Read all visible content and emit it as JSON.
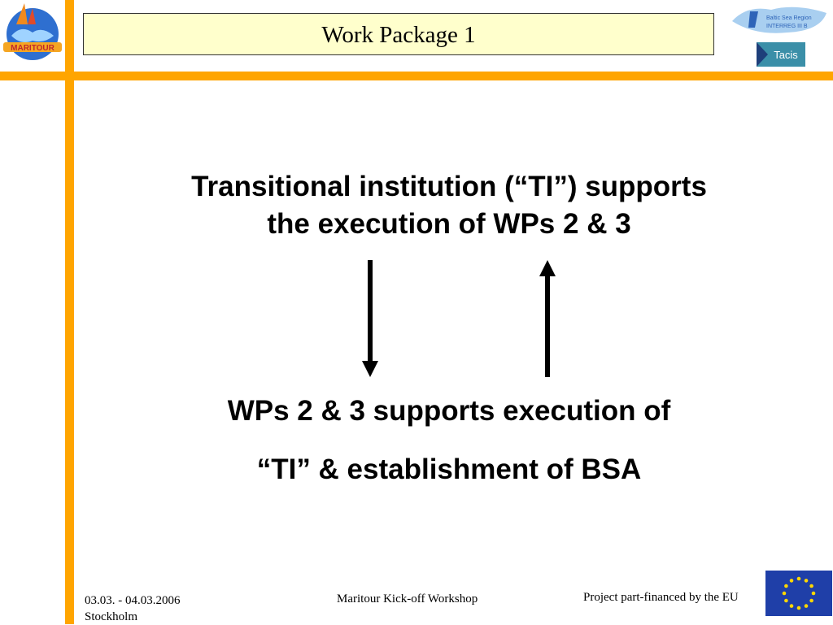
{
  "slide": {
    "title": "Work Package 1",
    "statement_top_line1": "Transitional institution (“TI”) supports",
    "statement_top_line2": "the execution of WPs 2 & 3",
    "statement_bottom_line1": "WPs 2 & 3 supports execution of",
    "statement_bottom_line2": "“TI” & establishment of BSA"
  },
  "logos": {
    "maritour": "MARITOUR",
    "baltic_line1": "Baltic Sea Region",
    "baltic_line2": "INTERREG III B",
    "tacis": "Tacis"
  },
  "footer": {
    "date": "03.03. - 04.03.2006",
    "location": "Stockholm",
    "event": "Maritour Kick-off Workshop",
    "financing": "Project part-financed by the EU"
  },
  "colors": {
    "accent_orange": "#FFA500",
    "title_bg": "#FFFFCC",
    "eu_blue": "#1F3FA8",
    "eu_star": "#FFD700"
  }
}
